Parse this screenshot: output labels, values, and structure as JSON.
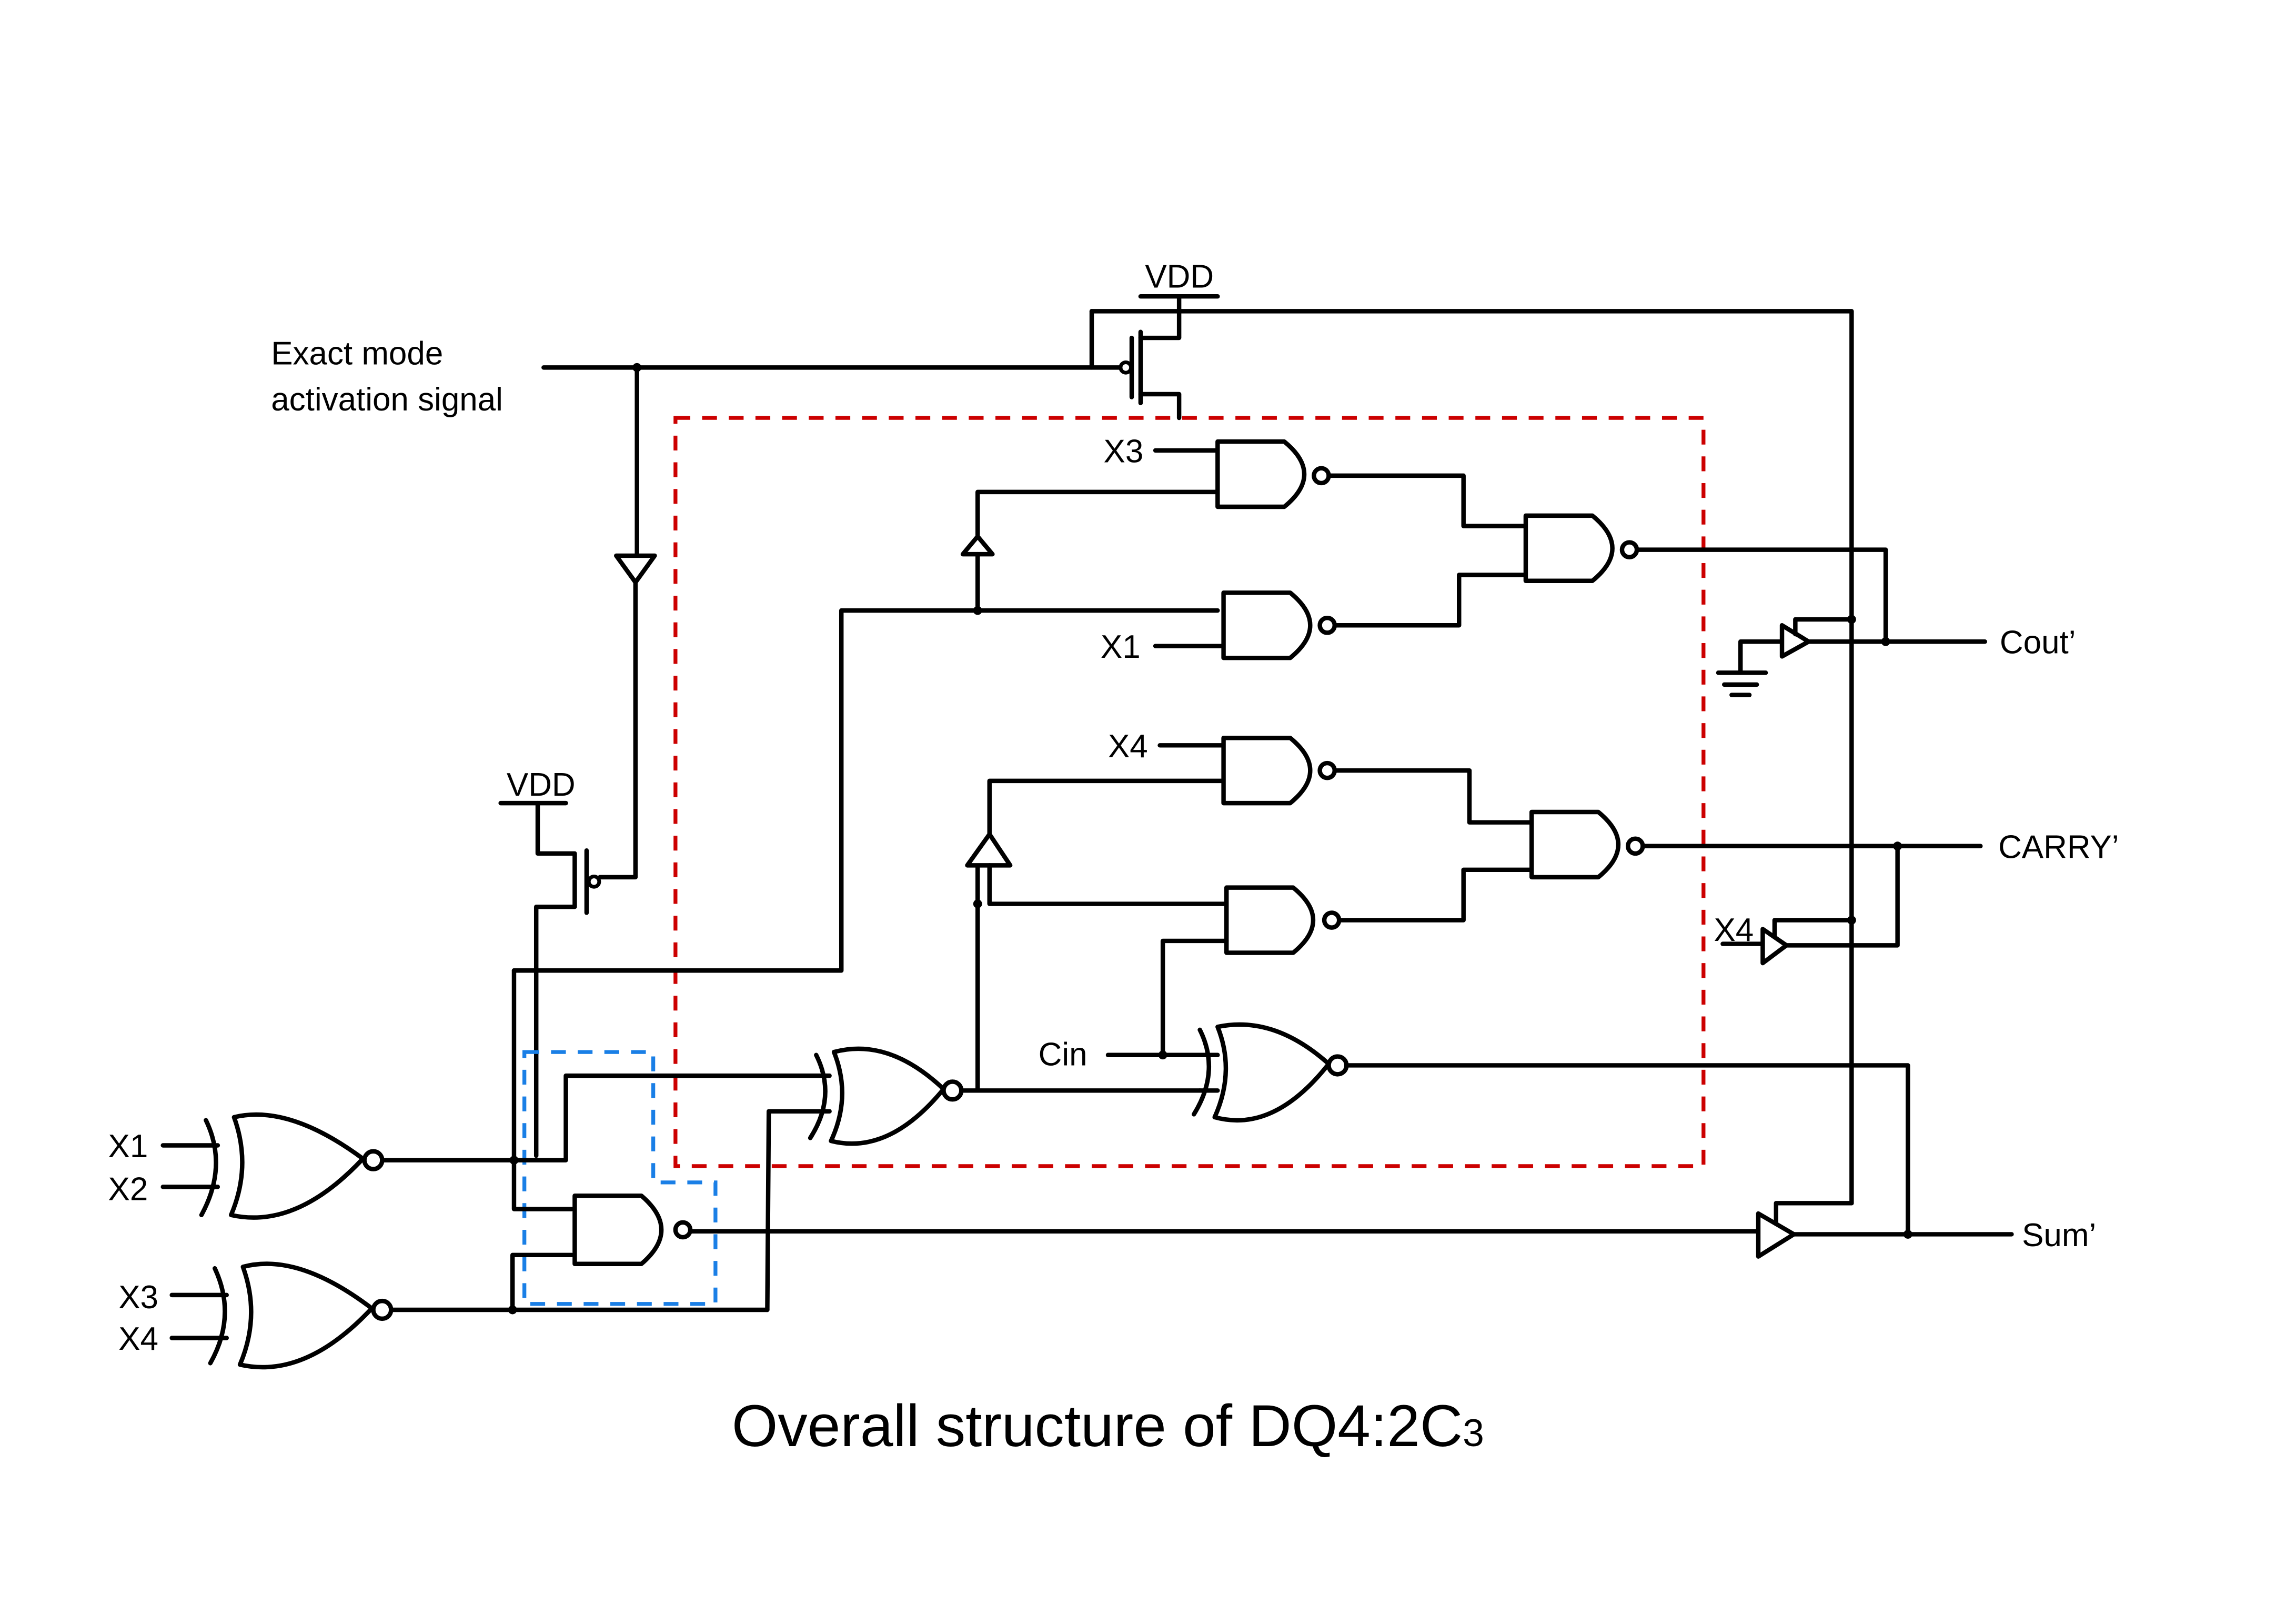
{
  "diagram": {
    "title": "Overall structure of DQ4:2C",
    "title_subscript": "3",
    "labels": {
      "exact_mode_line1": "Exact mode",
      "exact_mode_line2": "activation signal",
      "vdd_top": "VDD",
      "vdd_left": "VDD",
      "x1_in": "X1",
      "x2_in": "X2",
      "x3_in": "X3",
      "x4_in": "X4",
      "x3_nand": "X3",
      "x1_nand": "X1",
      "x4_nand": "X4",
      "cin": "Cin",
      "x4_tristate": "X4",
      "cout": "Cout’",
      "carry": "CARRY’",
      "sum": "Sum’"
    },
    "regions": [
      {
        "name": "exact-block",
        "color": "#cc0000",
        "style": "dashed"
      },
      {
        "name": "approx-block",
        "color": "#1a7fe6",
        "style": "dashed"
      }
    ]
  }
}
